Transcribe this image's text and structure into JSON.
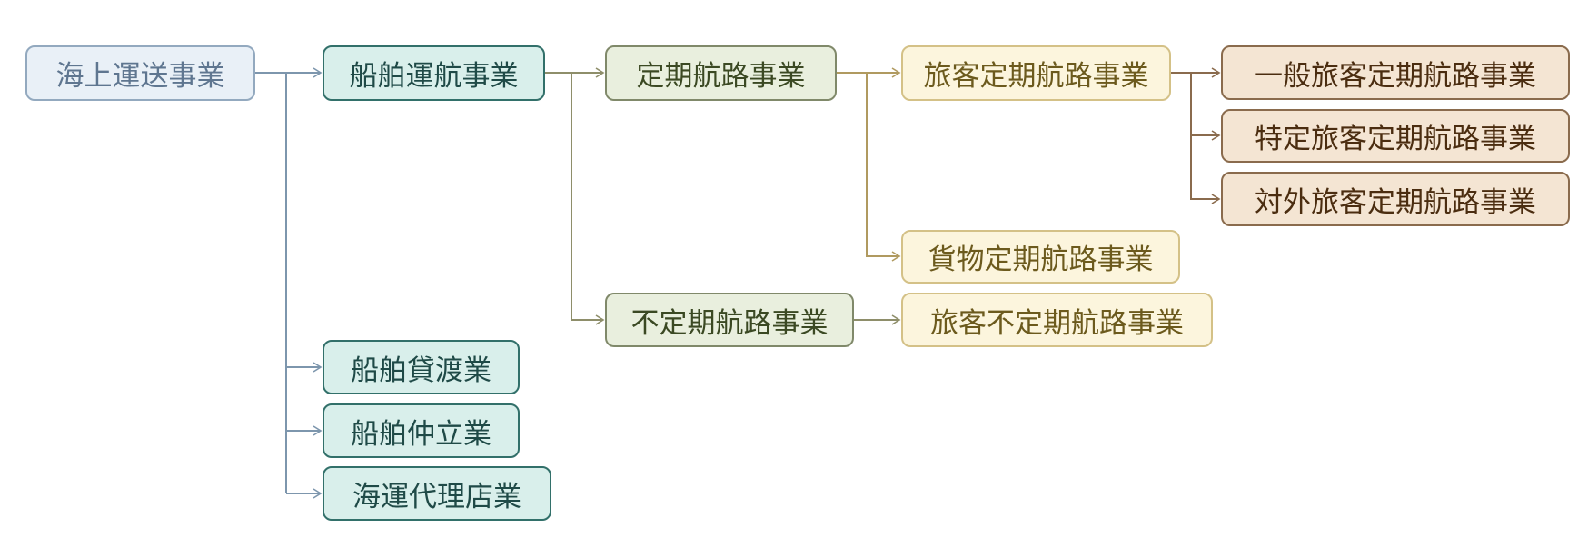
{
  "nodes": {
    "root": "海上運送事業",
    "ship_operation": "船舶運航事業",
    "scheduled": "定期航路事業",
    "passenger_scheduled": "旅客定期航路事業",
    "general_passenger_scheduled": "一般旅客定期航路事業",
    "specific_passenger_scheduled": "特定旅客定期航路事業",
    "external_passenger_scheduled": "対外旅客定期航路事業",
    "cargo_scheduled": "貨物定期航路事業",
    "unscheduled": "不定期航路事業",
    "passenger_unscheduled": "旅客不定期航路事業",
    "ship_leasing": "船舶貸渡業",
    "ship_brokerage": "船舶仲立業",
    "shipping_agency": "海運代理店業"
  },
  "colors": {
    "root": "#93a9bf",
    "teal": "#32706a",
    "green": "#80896a",
    "gold": "#d4c187",
    "brown": "#8a6b4d"
  }
}
